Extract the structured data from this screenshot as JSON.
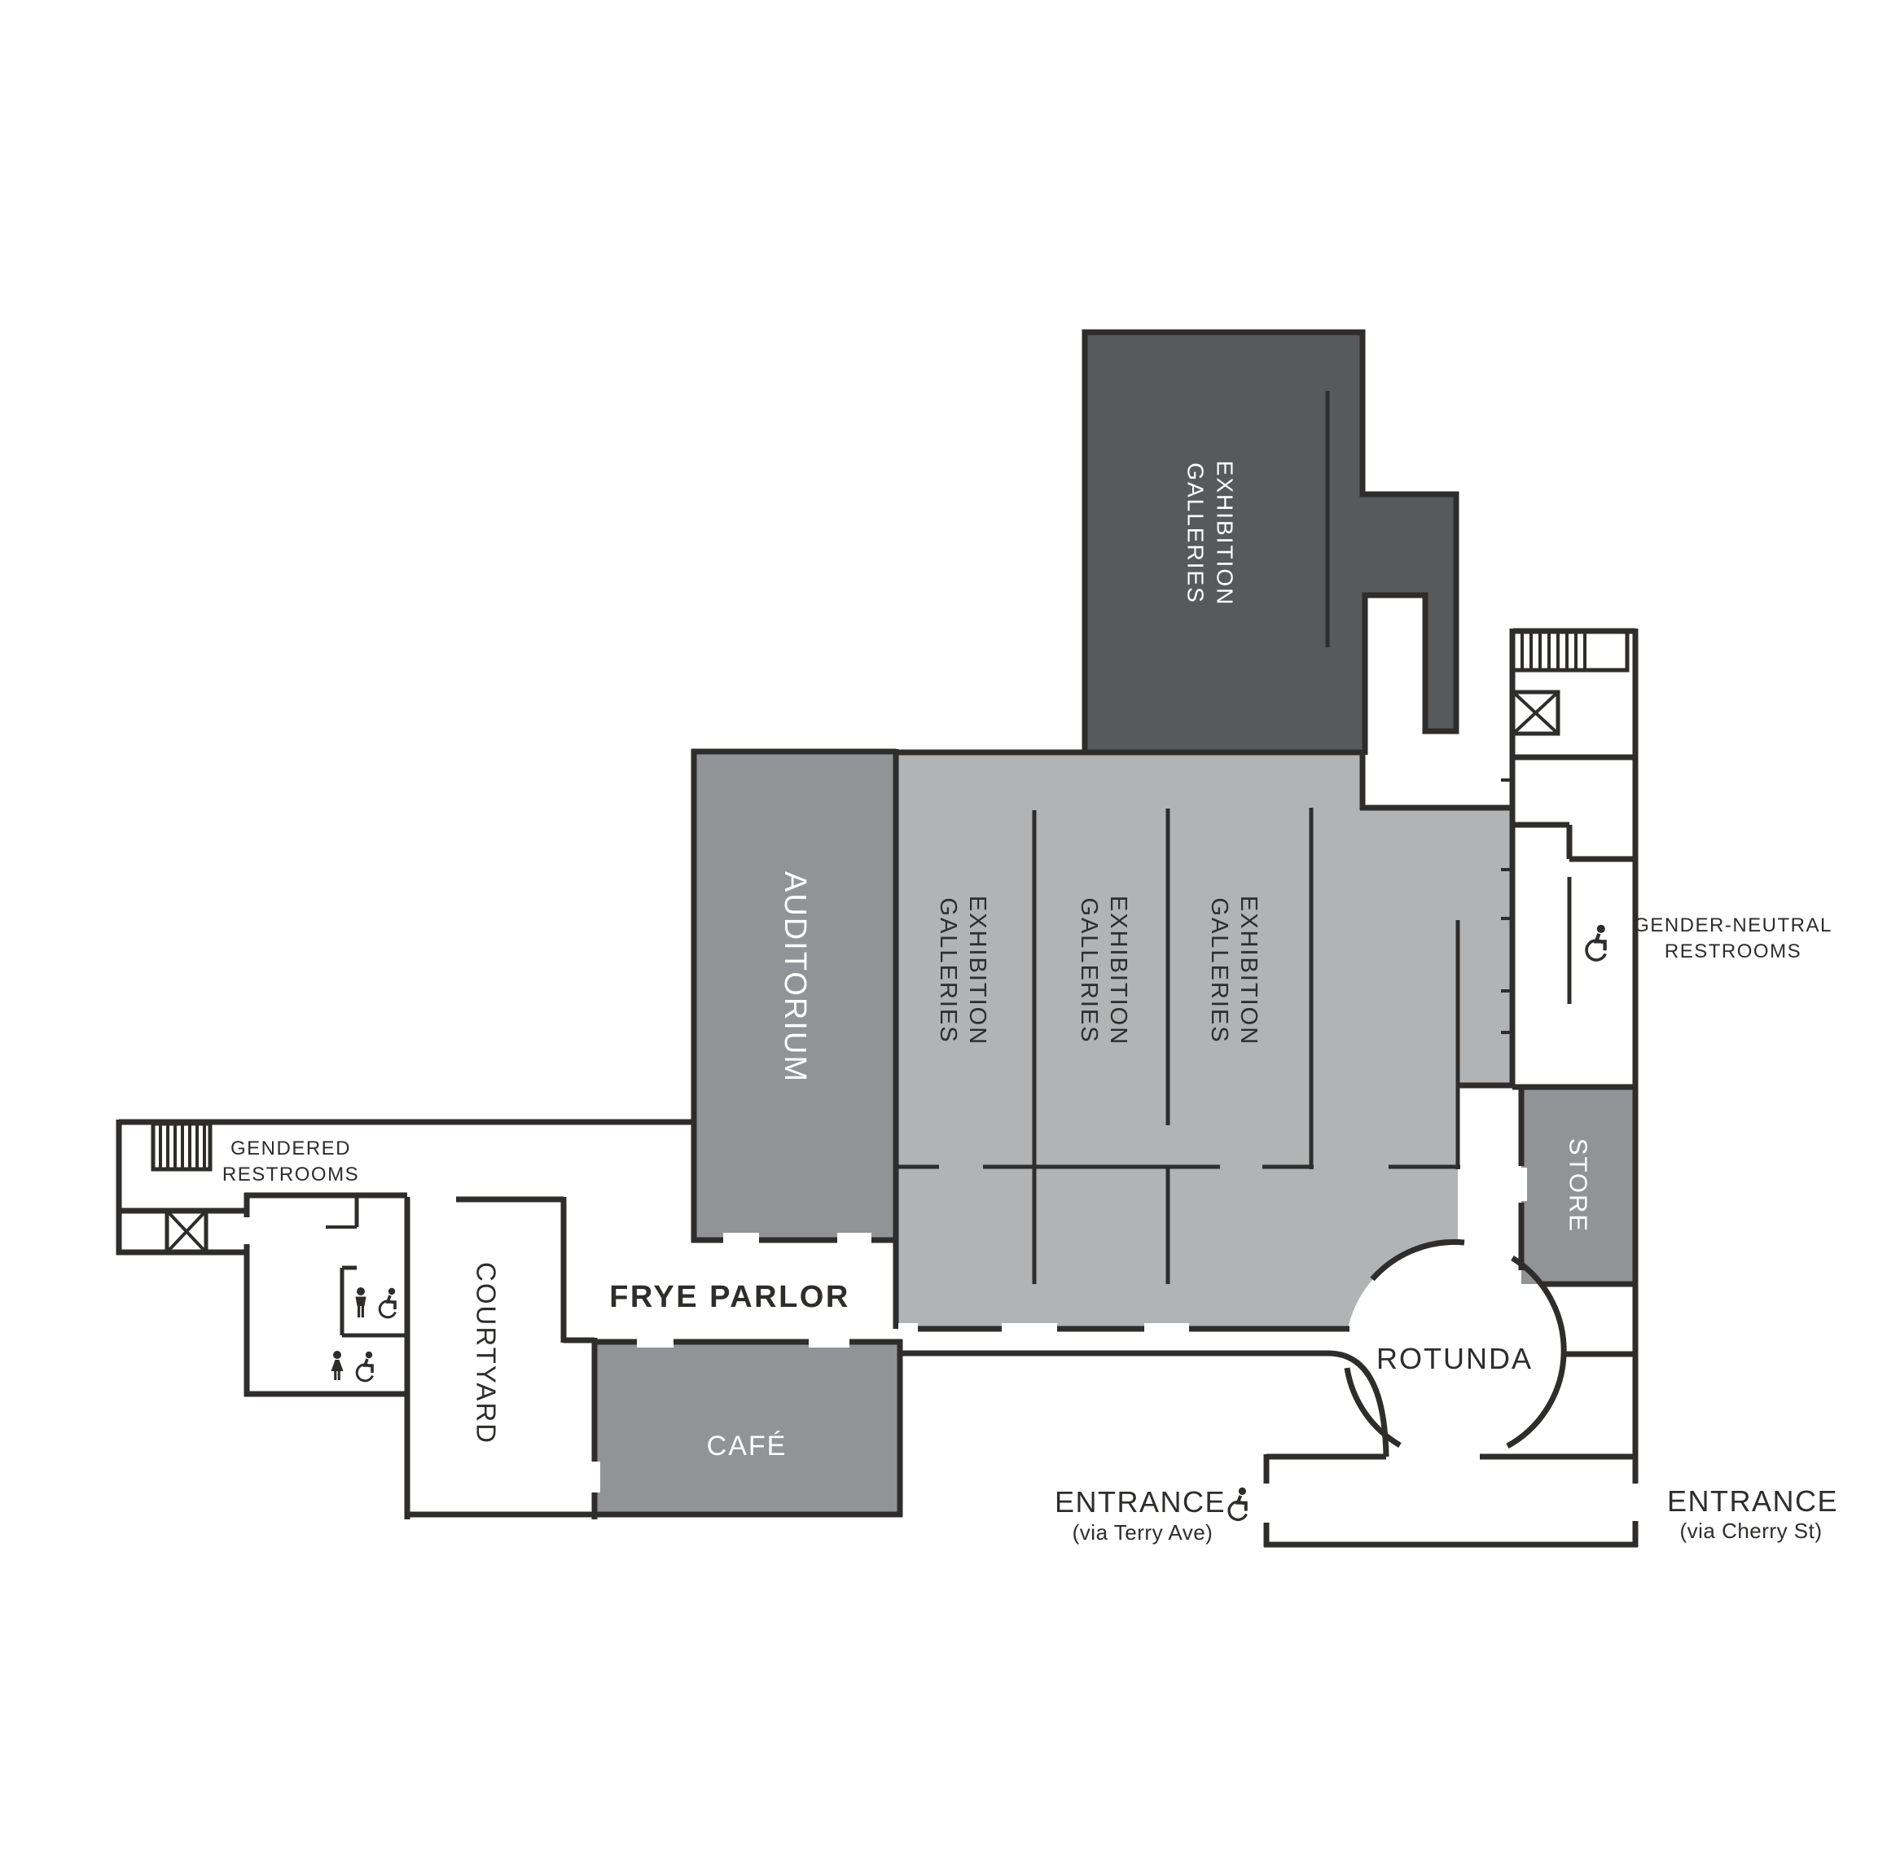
{
  "plan": {
    "type": "museum-floor-plan",
    "colors": {
      "dark_gallery": "#58595b",
      "medium_room": "#919396",
      "light_gallery": "#b1b3b4",
      "wall": "#2e2d2c",
      "background": "#ffffff",
      "label_on_gray": "#ffffff",
      "label_on_white": "#2e2d2c"
    },
    "rooms": {
      "galleries_dark": {
        "line1": "EXHIBITION",
        "line2": "GALLERIES"
      },
      "gallery_1": {
        "line1": "EXHIBITION",
        "line2": "GALLERIES"
      },
      "gallery_2": {
        "line1": "EXHIBITION",
        "line2": "GALLERIES"
      },
      "gallery_3": {
        "line1": "EXHIBITION",
        "line2": "GALLERIES"
      },
      "auditorium": {
        "label": "AUDITORIUM"
      },
      "frye_parlor": {
        "label": "FRYE PARLOR"
      },
      "cafe": {
        "label": "CAFÉ"
      },
      "courtyard": {
        "label": "COURTYARD"
      },
      "store": {
        "label": "STORE"
      },
      "rotunda": {
        "label": "ROTUNDA"
      },
      "gendered_restrooms": {
        "line1": "GENDERED",
        "line2": "RESTROOMS"
      },
      "gender_neutral_restrooms": {
        "line1": "GENDER-NEUTRAL",
        "line2": "RESTROOMS"
      },
      "entrance_terry": {
        "title": "ENTRANCE",
        "subtitle": "(via Terry Ave)"
      },
      "entrance_cherry": {
        "title": "ENTRANCE",
        "subtitle": "(via Cherry St)"
      }
    },
    "icons": {
      "stairs_upper_right": "stairs-icon",
      "stairs_left": "stairs-icon",
      "elevator_right": "elevator-icon",
      "elevator_left": "elevator-icon",
      "accessible_restroom_right": "wheelchair-icon",
      "accessible_entrance_terry": "wheelchair-icon",
      "mens_restroom": "man-icon",
      "womens_restroom": "woman-icon",
      "mens_accessible": "wheelchair-icon",
      "womens_accessible": "wheelchair-icon"
    }
  }
}
